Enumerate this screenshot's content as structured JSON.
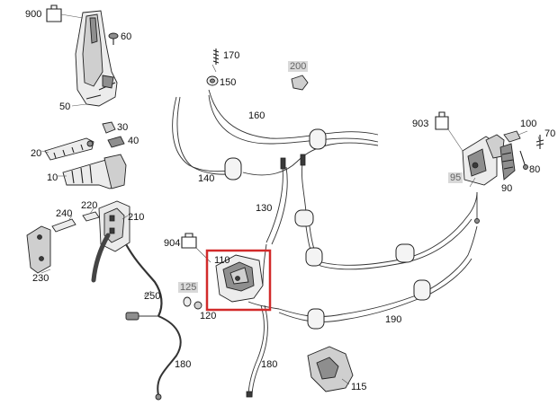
{
  "diagram": {
    "highlight_color": "#d22a2a",
    "parts": [
      {
        "id": "900",
        "label": "900",
        "shaded": false
      },
      {
        "id": "60",
        "label": "60",
        "shaded": false
      },
      {
        "id": "50",
        "label": "50",
        "shaded": false
      },
      {
        "id": "30",
        "label": "30",
        "shaded": false
      },
      {
        "id": "40",
        "label": "40",
        "shaded": false
      },
      {
        "id": "20",
        "label": "20",
        "shaded": false
      },
      {
        "id": "10",
        "label": "10",
        "shaded": false
      },
      {
        "id": "170",
        "label": "170",
        "shaded": false
      },
      {
        "id": "150",
        "label": "150",
        "shaded": false
      },
      {
        "id": "200",
        "label": "200",
        "shaded": true
      },
      {
        "id": "160",
        "label": "160",
        "shaded": false
      },
      {
        "id": "140",
        "label": "140",
        "shaded": false
      },
      {
        "id": "903",
        "label": "903",
        "shaded": false
      },
      {
        "id": "100",
        "label": "100",
        "shaded": false
      },
      {
        "id": "70",
        "label": "70",
        "shaded": false
      },
      {
        "id": "80",
        "label": "80",
        "shaded": false
      },
      {
        "id": "95",
        "label": "95",
        "shaded": true
      },
      {
        "id": "90",
        "label": "90",
        "shaded": false
      },
      {
        "id": "240",
        "label": "240",
        "shaded": false
      },
      {
        "id": "220",
        "label": "220",
        "shaded": false
      },
      {
        "id": "210",
        "label": "210",
        "shaded": false
      },
      {
        "id": "230",
        "label": "230",
        "shaded": false
      },
      {
        "id": "130",
        "label": "130",
        "shaded": false
      },
      {
        "id": "904",
        "label": "904",
        "shaded": false
      },
      {
        "id": "110",
        "label": "110",
        "shaded": false
      },
      {
        "id": "125",
        "label": "125",
        "shaded": true
      },
      {
        "id": "120",
        "label": "120",
        "shaded": false
      },
      {
        "id": "250",
        "label": "250",
        "shaded": false
      },
      {
        "id": "190",
        "label": "190",
        "shaded": false
      },
      {
        "id": "180a",
        "label": "180",
        "shaded": false
      },
      {
        "id": "180b",
        "label": "180",
        "shaded": false
      },
      {
        "id": "115",
        "label": "115",
        "shaded": false
      }
    ]
  }
}
